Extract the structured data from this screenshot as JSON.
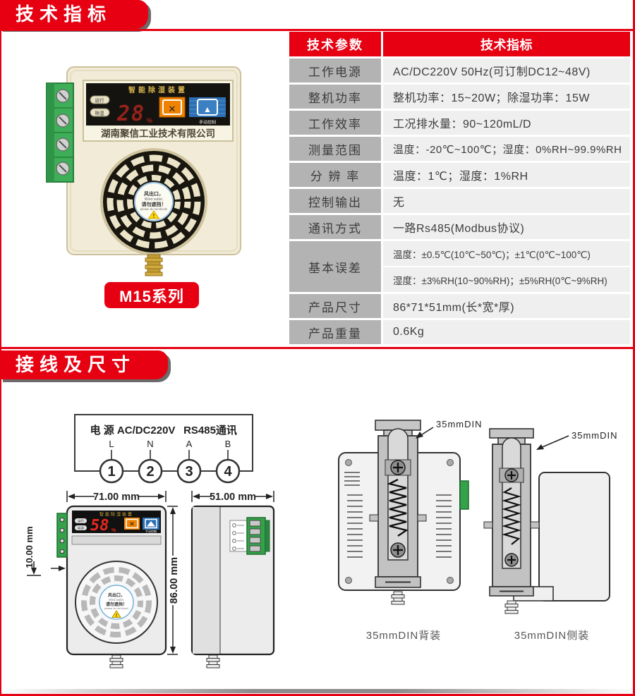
{
  "colors": {
    "accent_red": "#e60012",
    "label_cell": "#b3b3b3",
    "value_cell": "#efefef"
  },
  "section1": {
    "title": "技术指标",
    "product": {
      "badge": "M15系列",
      "panel_title": "智能除湿装置",
      "led_run": "运行",
      "led_dehumid": "除湿",
      "display_value": "28",
      "display_unit": "%",
      "close_icon": "✕",
      "fan_btn_icon": "▲",
      "manual_label": "手动控制",
      "company": "湖南聚信工业技术有限公司",
      "fan_line1": "风出口，",
      "fan_line2": "Wind outlet,",
      "fan_line3": "请勿遮挡！",
      "fan_line4": "please do not block!",
      "warning_icon": "!"
    },
    "table": {
      "header_param": "技术参数",
      "header_value": "技术指标",
      "rows": [
        {
          "param": "工作电源",
          "value": "AC/DC220V 50Hz(可订制DC12~48V)"
        },
        {
          "param": "整机功率",
          "value": "整机功率：15~20W；除湿功率：15W"
        },
        {
          "param": "工作效率",
          "value": "工况排水量：90~120mL/D"
        },
        {
          "param": "测量范围",
          "value": "温度：-20℃~100℃；湿度：0%RH~99.9%RH"
        },
        {
          "param": "分 辨 率",
          "value": "温度：1℃；湿度：1%RH"
        },
        {
          "param": "控制输出",
          "value": "无"
        },
        {
          "param": "通讯方式",
          "value": "一路Rs485(Modbus协议)"
        }
      ],
      "error_row": {
        "param": "基本误差",
        "line1": "温度：±0.5℃(10℃~50℃)；±1℃(0℃~100℃)",
        "line2": "湿度：±3%RH(10~90%RH)；±5%RH(0℃~9%RH)"
      },
      "tail_rows": [
        {
          "param": "产品尺寸",
          "value": "86*71*51mm(长*宽*厚)"
        },
        {
          "param": "产品重量",
          "value": "0.6Kg"
        }
      ]
    }
  },
  "section2": {
    "title": "接线及尺寸",
    "wiring": {
      "title_left": "电 源 AC/DC220V",
      "title_right": "RS485通讯",
      "terminals": [
        {
          "letter": "L",
          "number": "1"
        },
        {
          "letter": "N",
          "number": "2"
        },
        {
          "letter": "A",
          "number": "3"
        },
        {
          "letter": "B",
          "number": "4"
        }
      ]
    },
    "front_view": {
      "width_dim": "71.00 mm",
      "height_dim": "86.00 mm",
      "offset_dim": "10.00 mm",
      "display_value": "58",
      "display_unit": "%"
    },
    "side_view": {
      "width_dim": "51.00 mm"
    },
    "din_back": {
      "label": "35mmDIN",
      "caption": "35mmDIN背装"
    },
    "din_side": {
      "label": "35mmDIN",
      "caption": "35mmDIN侧装"
    }
  }
}
